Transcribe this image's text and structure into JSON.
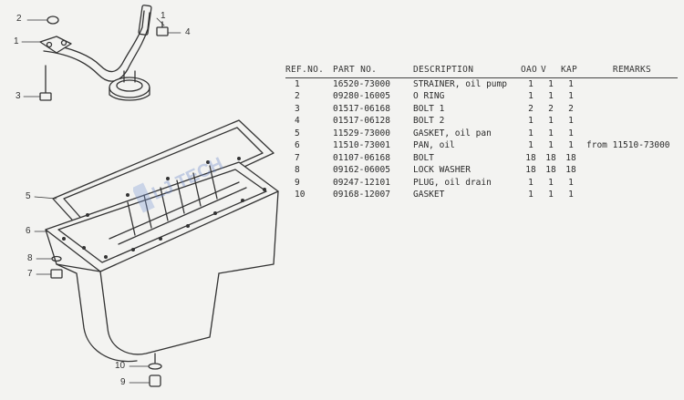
{
  "diagram": {
    "callouts": [
      {
        "label": "2"
      },
      {
        "label": "1"
      },
      {
        "label": "3"
      },
      {
        "label": "1"
      },
      {
        "label": "4"
      },
      {
        "label": "5"
      },
      {
        "label": "6"
      },
      {
        "label": "8"
      },
      {
        "label": "7"
      },
      {
        "label": "10"
      },
      {
        "label": "9"
      }
    ],
    "watermark": "LJ TECH"
  },
  "table": {
    "headers": {
      "ref": "REF.NO.",
      "part": "PART NO.",
      "desc": "DESCRIPTION",
      "qty1": "OAO",
      "qty2": "V",
      "qty3": "KAP",
      "remarks": "REMARKS"
    },
    "rows": [
      {
        "ref": "1",
        "part": "16520-73000",
        "desc": "STRAINER, oil pump",
        "q1": "1",
        "q2": "1",
        "q3": "1",
        "remarks": ""
      },
      {
        "ref": "2",
        "part": "09280-16005",
        "desc": "O RING",
        "q1": "1",
        "q2": "1",
        "q3": "1",
        "remarks": ""
      },
      {
        "ref": "3",
        "part": "01517-06168",
        "desc": "BOLT 1",
        "q1": "2",
        "q2": "2",
        "q3": "2",
        "remarks": ""
      },
      {
        "ref": "4",
        "part": "01517-06128",
        "desc": "BOLT 2",
        "q1": "1",
        "q2": "1",
        "q3": "1",
        "remarks": ""
      },
      {
        "ref": "5",
        "part": "11529-73000",
        "desc": "GASKET, oil pan",
        "q1": "1",
        "q2": "1",
        "q3": "1",
        "remarks": ""
      },
      {
        "ref": "6",
        "part": "11510-73001",
        "desc": "PAN, oil",
        "q1": "1",
        "q2": "1",
        "q3": "1",
        "remarks": "from 11510-73000"
      },
      {
        "ref": "7",
        "part": "01107-06168",
        "desc": "BOLT",
        "q1": "18",
        "q2": "18",
        "q3": "18",
        "remarks": ""
      },
      {
        "ref": "8",
        "part": "09162-06005",
        "desc": "LOCK WASHER",
        "q1": "18",
        "q2": "18",
        "q3": "18",
        "remarks": ""
      },
      {
        "ref": "9",
        "part": "09247-12101",
        "desc": "PLUG, oil drain",
        "q1": "1",
        "q2": "1",
        "q3": "1",
        "remarks": ""
      },
      {
        "ref": "10",
        "part": "09168-12007",
        "desc": "GASKET",
        "q1": "1",
        "q2": "1",
        "q3": "1",
        "remarks": ""
      }
    ]
  }
}
